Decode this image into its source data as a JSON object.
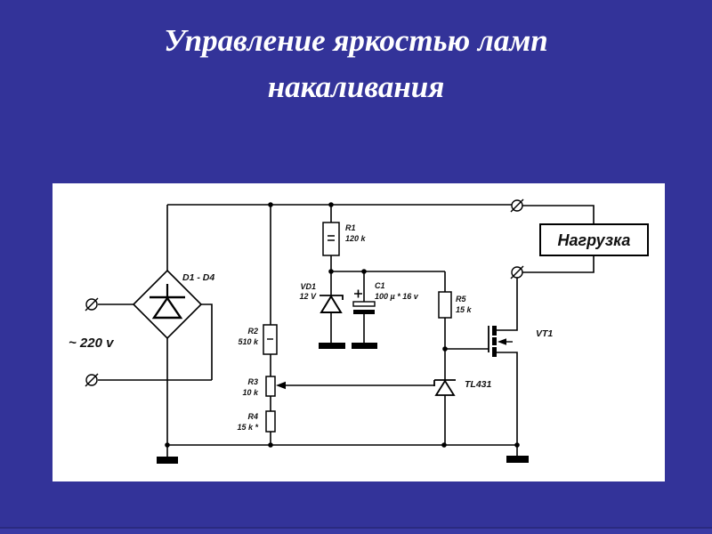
{
  "slide": {
    "title_line1": "Управление яркостью ламп",
    "title_line2": "накаливания",
    "colors": {
      "background": "#333399",
      "panel": "#ffffff",
      "ink": "#000000",
      "title_text": "#ffffff"
    }
  },
  "schematic": {
    "input_label": "~ 220 v",
    "bridge_label": "D1 - D4",
    "load_label": "Нагрузка",
    "components": {
      "r1": {
        "name": "R1",
        "value": "120 k"
      },
      "r2": {
        "name": "R2",
        "value": "510 k"
      },
      "r3": {
        "name": "R3",
        "value": "10 k"
      },
      "r4": {
        "name": "R4",
        "value": "15 k *"
      },
      "r5": {
        "name": "R5",
        "value": "15 k"
      },
      "vd1": {
        "name": "VD1",
        "value": "12 V"
      },
      "c1": {
        "name": "C1",
        "value": "100 µ * 16 v"
      },
      "vt1": {
        "name": "VT1"
      },
      "da1": {
        "name": "TL431"
      }
    },
    "icons": [
      "terminal-icon",
      "ground-icon",
      "junction-dot"
    ]
  }
}
